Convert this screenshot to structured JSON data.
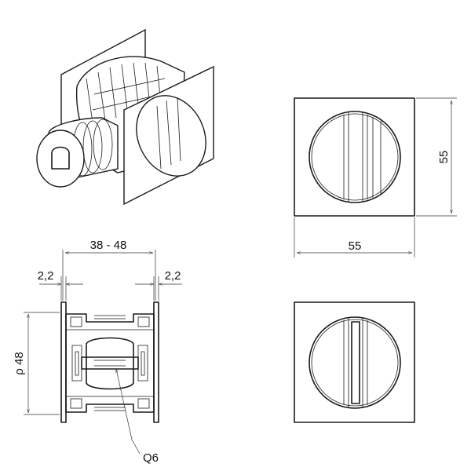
{
  "labels": {
    "dim_front_height": "55",
    "dim_front_width": "55",
    "dim_depth_range": "38 - 48",
    "dim_left_plate": "2,2",
    "dim_right_plate": "2,2",
    "dim_diameter": "ρ 48",
    "dim_square": "Q6"
  },
  "colors": {
    "line": "#1a1a1a",
    "background": "#ffffff"
  }
}
